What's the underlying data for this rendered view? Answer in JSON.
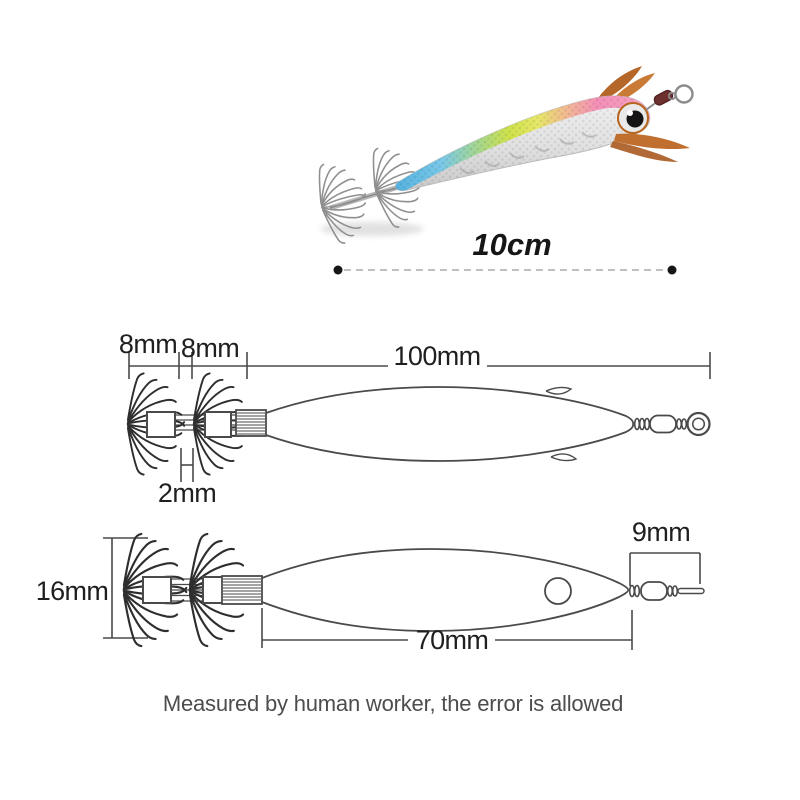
{
  "photo": {
    "length_label": "10cm",
    "colors": {
      "back_blue": "#56b2e0",
      "back_green": "#cfe24a",
      "back_pink": "#f48fb8",
      "belly_silver": "#dedede",
      "feather_brown": "#b5672a",
      "swivel_red": "#6e2f2f"
    }
  },
  "top_diagram": {
    "hook1_width_label": "8mm",
    "hook2_width_label": "8mm",
    "overall_length_label": "100mm",
    "hook_gap_label": "2mm"
  },
  "bottom_diagram": {
    "hook_height_label": "16mm",
    "swivel_length_label": "9mm",
    "body_length_label": "70mm"
  },
  "footer": {
    "note": "Measured by human worker, the error is allowed"
  },
  "colors": {
    "diagram_line": "#4a4a4a",
    "hook_line": "#2e2e2e",
    "label_text": "#1f1f1f",
    "note_text": "#4d4d4d",
    "dotted_line": "#bfbfbf",
    "dot_end": "#161616"
  }
}
